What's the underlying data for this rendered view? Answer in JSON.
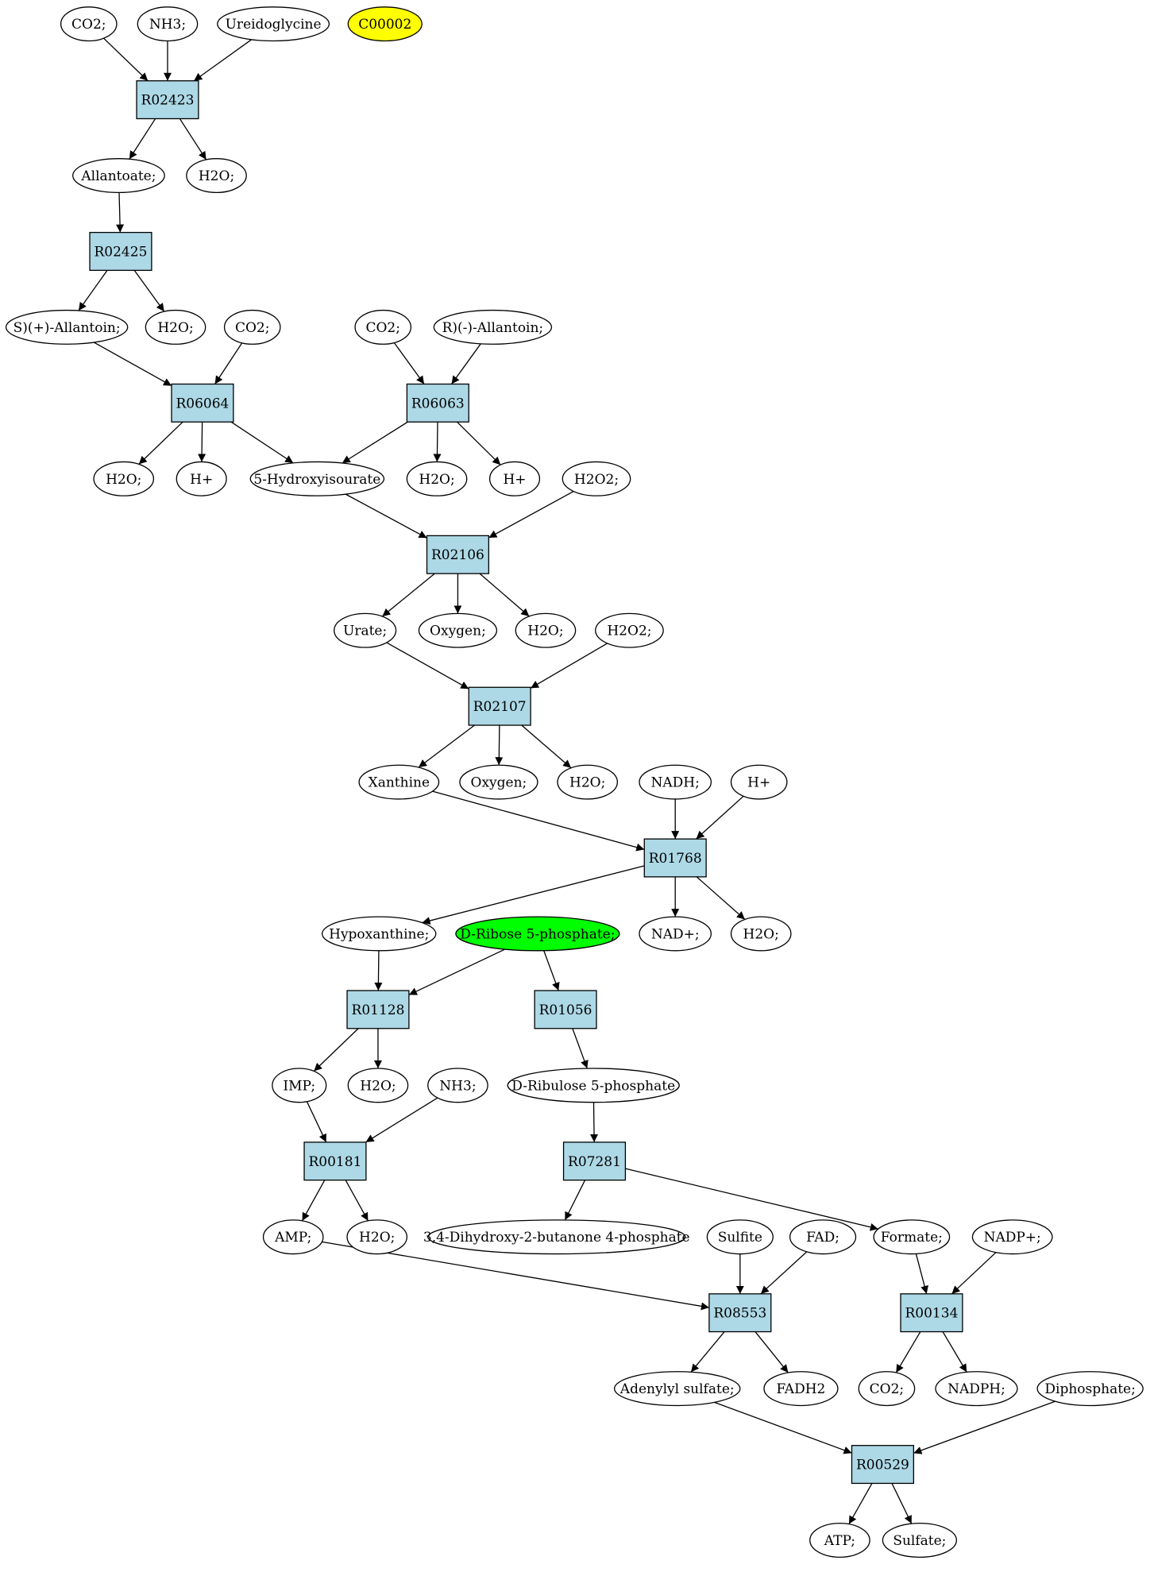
{
  "colors": {
    "reaction_fill": "#add8e6",
    "compound_fill": "#ffffff",
    "start_fill": "#00ff00",
    "target_fill": "#ffff00",
    "stroke": "#000000",
    "background": "#ffffff"
  },
  "nodes": {
    "c_co2_1": {
      "label": "CO2;",
      "kind": "compound"
    },
    "c_nh3_1": {
      "label": "NH3;",
      "kind": "compound"
    },
    "c_ureidoglycine": {
      "label": "Ureidoglycine",
      "kind": "compound"
    },
    "c_c00002": {
      "label": "C00002",
      "kind": "target"
    },
    "r_R02423": {
      "label": "R02423",
      "kind": "reaction"
    },
    "c_allantoate": {
      "label": "Allantoate;",
      "kind": "compound"
    },
    "c_h2o_1": {
      "label": "H2O;",
      "kind": "compound"
    },
    "r_R02425": {
      "label": "R02425",
      "kind": "reaction"
    },
    "c_s_allantoin": {
      "label": "S)(+)-Allantoin;",
      "kind": "compound"
    },
    "c_h2o_2": {
      "label": "H2O;",
      "kind": "compound"
    },
    "c_co2_2": {
      "label": "CO2;",
      "kind": "compound"
    },
    "c_co2_3": {
      "label": "CO2;",
      "kind": "compound"
    },
    "c_r_allantoin": {
      "label": "R)(-)-Allantoin;",
      "kind": "compound"
    },
    "r_R06064": {
      "label": "R06064",
      "kind": "reaction"
    },
    "r_R06063": {
      "label": "R06063",
      "kind": "reaction"
    },
    "c_h2o_3": {
      "label": "H2O;",
      "kind": "compound"
    },
    "c_hplus_1": {
      "label": "H+",
      "kind": "compound"
    },
    "c_5hiu": {
      "label": "5-Hydroxyisourate",
      "kind": "compound"
    },
    "c_h2o_4": {
      "label": "H2O;",
      "kind": "compound"
    },
    "c_hplus_2": {
      "label": "H+",
      "kind": "compound"
    },
    "c_h2o2_1": {
      "label": "H2O2;",
      "kind": "compound"
    },
    "r_R02106": {
      "label": "R02106",
      "kind": "reaction"
    },
    "c_urate": {
      "label": "Urate;",
      "kind": "compound"
    },
    "c_oxygen_1": {
      "label": "Oxygen;",
      "kind": "compound"
    },
    "c_h2o_5": {
      "label": "H2O;",
      "kind": "compound"
    },
    "c_h2o2_2": {
      "label": "H2O2;",
      "kind": "compound"
    },
    "r_R02107": {
      "label": "R02107",
      "kind": "reaction"
    },
    "c_xanthine": {
      "label": "Xanthine",
      "kind": "compound"
    },
    "c_oxygen_2": {
      "label": "Oxygen;",
      "kind": "compound"
    },
    "c_h2o_6": {
      "label": "H2O;",
      "kind": "compound"
    },
    "c_nadh": {
      "label": "NADH;",
      "kind": "compound"
    },
    "c_hplus_3": {
      "label": "H+",
      "kind": "compound"
    },
    "r_R01768": {
      "label": "R01768",
      "kind": "reaction"
    },
    "c_hypoxanthine": {
      "label": "Hypoxanthine;",
      "kind": "compound"
    },
    "c_ribose5p": {
      "label": "D-Ribose 5-phosphate;",
      "kind": "start"
    },
    "c_nadplus": {
      "label": "NAD+;",
      "kind": "compound"
    },
    "c_h2o_7": {
      "label": "H2O;",
      "kind": "compound"
    },
    "r_R01128": {
      "label": "R01128",
      "kind": "reaction"
    },
    "r_R01056": {
      "label": "R01056",
      "kind": "reaction"
    },
    "c_imp": {
      "label": "IMP;",
      "kind": "compound"
    },
    "c_h2o_8": {
      "label": "H2O;",
      "kind": "compound"
    },
    "c_nh3_2": {
      "label": "NH3;",
      "kind": "compound"
    },
    "c_ribulose5p": {
      "label": "D-Ribulose 5-phosphate",
      "kind": "compound"
    },
    "r_R00181": {
      "label": "R00181",
      "kind": "reaction"
    },
    "r_R07281": {
      "label": "R07281",
      "kind": "reaction"
    },
    "c_amp": {
      "label": "AMP;",
      "kind": "compound"
    },
    "c_h2o_9": {
      "label": "H2O;",
      "kind": "compound"
    },
    "c_dhbp": {
      "label": "3,4-Dihydroxy-2-butanone 4-phosphate",
      "kind": "compound"
    },
    "c_sulfite": {
      "label": "Sulfite",
      "kind": "compound"
    },
    "c_fad": {
      "label": "FAD;",
      "kind": "compound"
    },
    "c_formate": {
      "label": "Formate;",
      "kind": "compound"
    },
    "c_nadpplus": {
      "label": "NADP+;",
      "kind": "compound"
    },
    "r_R08553": {
      "label": "R08553",
      "kind": "reaction"
    },
    "r_R00134": {
      "label": "R00134",
      "kind": "reaction"
    },
    "c_aps": {
      "label": "Adenylyl sulfate;",
      "kind": "compound"
    },
    "c_fadh2": {
      "label": "FADH2",
      "kind": "compound"
    },
    "c_co2_4": {
      "label": "CO2;",
      "kind": "compound"
    },
    "c_nadph": {
      "label": "NADPH;",
      "kind": "compound"
    },
    "c_diphosphate": {
      "label": "Diphosphate;",
      "kind": "compound"
    },
    "r_R00529": {
      "label": "R00529",
      "kind": "reaction"
    },
    "c_atp": {
      "label": "ATP;",
      "kind": "compound"
    },
    "c_sulfate": {
      "label": "Sulfate;",
      "kind": "compound"
    }
  },
  "edges": [
    [
      "c_co2_1",
      "r_R02423"
    ],
    [
      "c_nh3_1",
      "r_R02423"
    ],
    [
      "c_ureidoglycine",
      "r_R02423"
    ],
    [
      "r_R02423",
      "c_allantoate"
    ],
    [
      "r_R02423",
      "c_h2o_1"
    ],
    [
      "c_allantoate",
      "r_R02425"
    ],
    [
      "r_R02425",
      "c_s_allantoin"
    ],
    [
      "r_R02425",
      "c_h2o_2"
    ],
    [
      "c_s_allantoin",
      "r_R06064"
    ],
    [
      "c_co2_2",
      "r_R06064"
    ],
    [
      "c_co2_3",
      "r_R06063"
    ],
    [
      "c_r_allantoin",
      "r_R06063"
    ],
    [
      "r_R06064",
      "c_h2o_3"
    ],
    [
      "r_R06064",
      "c_hplus_1"
    ],
    [
      "r_R06064",
      "c_5hiu"
    ],
    [
      "r_R06063",
      "c_5hiu"
    ],
    [
      "r_R06063",
      "c_h2o_4"
    ],
    [
      "r_R06063",
      "c_hplus_2"
    ],
    [
      "c_5hiu",
      "r_R02106"
    ],
    [
      "c_h2o2_1",
      "r_R02106"
    ],
    [
      "r_R02106",
      "c_urate"
    ],
    [
      "r_R02106",
      "c_oxygen_1"
    ],
    [
      "r_R02106",
      "c_h2o_5"
    ],
    [
      "c_urate",
      "r_R02107"
    ],
    [
      "c_h2o2_2",
      "r_R02107"
    ],
    [
      "r_R02107",
      "c_xanthine"
    ],
    [
      "r_R02107",
      "c_oxygen_2"
    ],
    [
      "r_R02107",
      "c_h2o_6"
    ],
    [
      "c_xanthine",
      "r_R01768"
    ],
    [
      "c_nadh",
      "r_R01768"
    ],
    [
      "c_hplus_3",
      "r_R01768"
    ],
    [
      "r_R01768",
      "c_hypoxanthine"
    ],
    [
      "r_R01768",
      "c_nadplus"
    ],
    [
      "r_R01768",
      "c_h2o_7"
    ],
    [
      "c_hypoxanthine",
      "r_R01128"
    ],
    [
      "c_ribose5p",
      "r_R01128"
    ],
    [
      "c_ribose5p",
      "r_R01056"
    ],
    [
      "r_R01128",
      "c_imp"
    ],
    [
      "r_R01128",
      "c_h2o_8"
    ],
    [
      "r_R01056",
      "c_ribulose5p"
    ],
    [
      "c_imp",
      "r_R00181"
    ],
    [
      "c_nh3_2",
      "r_R00181"
    ],
    [
      "c_ribulose5p",
      "r_R07281"
    ],
    [
      "r_R00181",
      "c_amp"
    ],
    [
      "r_R00181",
      "c_h2o_9"
    ],
    [
      "r_R07281",
      "c_dhbp"
    ],
    [
      "r_R07281",
      "c_formate"
    ],
    [
      "c_amp",
      "r_R08553"
    ],
    [
      "c_sulfite",
      "r_R08553"
    ],
    [
      "c_fad",
      "r_R08553"
    ],
    [
      "c_formate",
      "r_R00134"
    ],
    [
      "c_nadpplus",
      "r_R00134"
    ],
    [
      "r_R08553",
      "c_aps"
    ],
    [
      "r_R08553",
      "c_fadh2"
    ],
    [
      "r_R00134",
      "c_co2_4"
    ],
    [
      "r_R00134",
      "c_nadph"
    ],
    [
      "c_aps",
      "r_R00529"
    ],
    [
      "c_diphosphate",
      "r_R00529"
    ],
    [
      "r_R00529",
      "c_atp"
    ],
    [
      "r_R00529",
      "c_sulfate"
    ]
  ]
}
